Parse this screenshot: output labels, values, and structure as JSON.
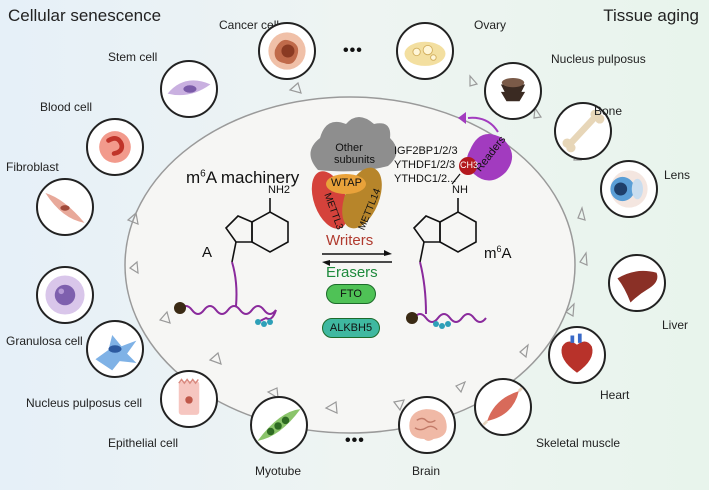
{
  "header": {
    "left_title": "Cellular senescence",
    "right_title": "Tissue aging"
  },
  "cells": {
    "cancer": "Cancer cell",
    "stem": "Stem cell",
    "blood": "Blood cell",
    "fibroblast": "Fibroblast",
    "granulosa": "Granulosa cell",
    "nucleus_pulposus_cell": "Nucleus pulposus cell",
    "epithelial": "Epithelial cell",
    "myotube": "Myotube"
  },
  "tissues": {
    "ovary": "Ovary",
    "nucleus_pulposus": "Nucleus pulposus",
    "bone": "Bone",
    "lens": "Lens",
    "liver": "Liver",
    "heart": "Heart",
    "skeletal_muscle": "Skeletal muscle",
    "brain": "Brain"
  },
  "ellipsis": "•••",
  "center": {
    "title_prefix": "m",
    "title_sup": "6",
    "title_suffix": "A machinery",
    "other_subunits_line1": "Other",
    "other_subunits_line2": "subunits",
    "wtap": "WTAP",
    "mettl3": "METTL3",
    "mettl14": "METTL14",
    "readers": "Readers",
    "ch3": "CH3",
    "reader_list": [
      "IGF2BP1/2/3",
      "YTHDF1/2/3",
      "YTHDC1/2..."
    ],
    "nh2": "NH2",
    "nh": "NH",
    "a_label": "A",
    "m6a_prefix": "m",
    "m6a_sup": "6",
    "m6a_suffix": "A",
    "writers": "Writers",
    "erasers": "Erasers",
    "fto": "FTO",
    "alkbh5": "ALKBH5"
  },
  "colors": {
    "writers": "#b03a2e",
    "erasers": "#1e8a3c",
    "eraser_pill": "#4fc256",
    "alkbh5_pill": "#3fb8a0",
    "rna_strand": "#8a2a9c",
    "reader_blob": "#a23bbf",
    "mettl3": "#d5423b",
    "mettl14": "#b7852a",
    "wtap": "#e9a23a",
    "subunits": "#8e8e8e"
  }
}
